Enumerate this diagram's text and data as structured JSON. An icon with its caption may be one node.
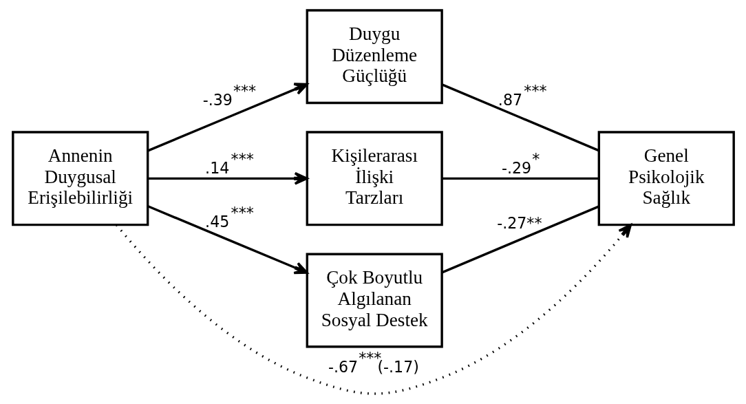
{
  "diagram": {
    "nodes": [
      {
        "text": [
          "Annenin Duygusal Erişilebilirliği"
        ]
      },
      {
        "text": [
          "Duygu Düzenleme Güçlüğü"
        ]
      },
      {
        "text": [
          "Kişilerarası İlişki Tarzları"
        ]
      },
      {
        "text": [
          "Çok Boyutlu Algılanan Sosyal Destek"
        ]
      },
      {
        "text": [
          "Genel Psikolojik Sağlık"
        ]
      }
    ],
    "edges": [
      {
        "from": 0,
        "to": 1,
        "arrow": "to",
        "label": "-.39$^{***}$"
      },
      {
        "from": 0,
        "to": 2,
        "arrow": "to",
        "label": ".14$^{***}$"
      },
      {
        "from": 0,
        "to": 3,
        "arrow": "to",
        "label": ".45$^{***}$"
      },
      {
        "from": 1,
        "to": 4,
        "arrow": "none",
        "label": ".87$^{***}$"
      },
      {
        "from": 2,
        "to": 4,
        "arrow": "none",
        "label": "-.29$^{*}$"
      },
      {
        "from": 3,
        "to": 4,
        "arrow": "none",
        "label": "-.27**"
      },
      {
        "from": 0,
        "to": 4,
        "arrow": "to",
        "label": "-.67$^{***}$(-.17)",
        "style": "dashed"
      }
    ]
  }
}
